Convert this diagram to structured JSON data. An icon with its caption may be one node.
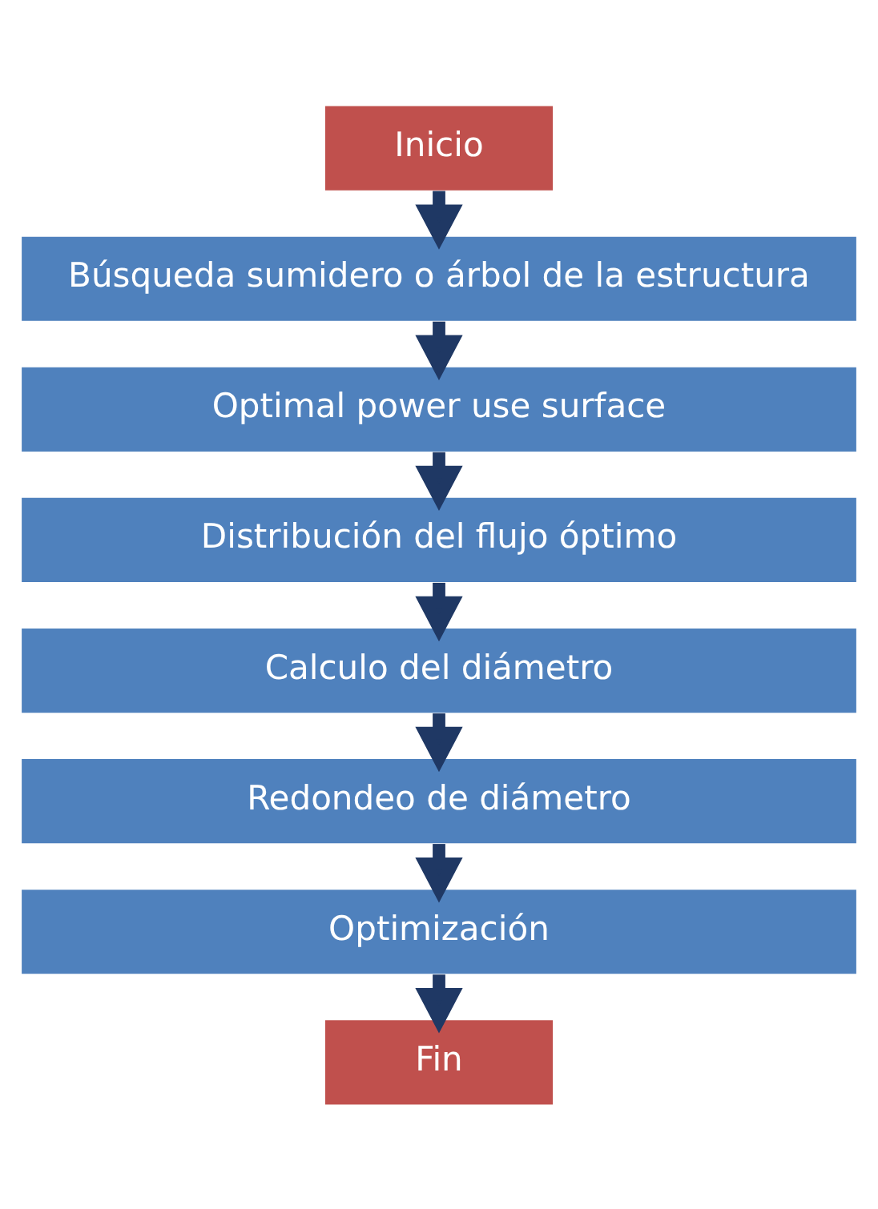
{
  "diagram": {
    "nodes": [
      {
        "text": [
          "Inicio"
        ]
      },
      {
        "text": [
          "Búsqueda sumidero o árbol de la estructura"
        ]
      },
      {
        "text": [
          "Optimal power use surface"
        ]
      },
      {
        "text": [
          "Distribución del flujo óptimo"
        ]
      },
      {
        "text": [
          "Calculo del diámetro"
        ]
      },
      {
        "text": [
          "Redondeo de diámetro"
        ]
      },
      {
        "text": [
          "Optimización"
        ]
      },
      {
        "text": [
          "Fin"
        ]
      }
    ],
    "edges": [
      {
        "from": 0,
        "to": 1,
        "arrow": "to"
      },
      {
        "from": 1,
        "to": 2,
        "arrow": "to"
      },
      {
        "from": 2,
        "to": 3,
        "arrow": "to"
      },
      {
        "from": 3,
        "to": 4,
        "arrow": "to"
      },
      {
        "from": 4,
        "to": 5,
        "arrow": "to"
      },
      {
        "from": 5,
        "to": 6,
        "arrow": "to"
      },
      {
        "from": 6,
        "to": 7,
        "arrow": "to"
      }
    ]
  }
}
